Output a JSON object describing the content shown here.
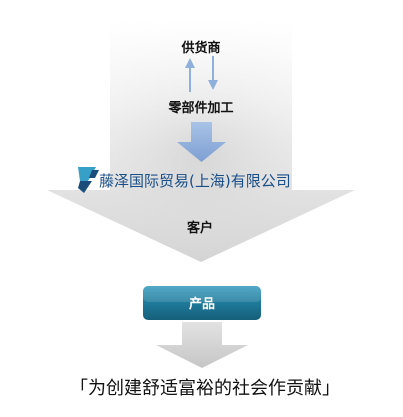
{
  "supplier_label": "供货商",
  "processing_label": "零部件加工",
  "company_name": "藤泽国际贸易(上海)有限公司",
  "customer_label": "客户",
  "product_label": "产品",
  "slogan": "「为创建舒适富裕的社会作贡献」",
  "colors": {
    "arrow_blue": "#8fb0dd",
    "product_box": "#1f7a9a",
    "logo_dark": "#1a4e7a",
    "logo_light": "#37a0c8",
    "company_text": "#1a4e88"
  }
}
